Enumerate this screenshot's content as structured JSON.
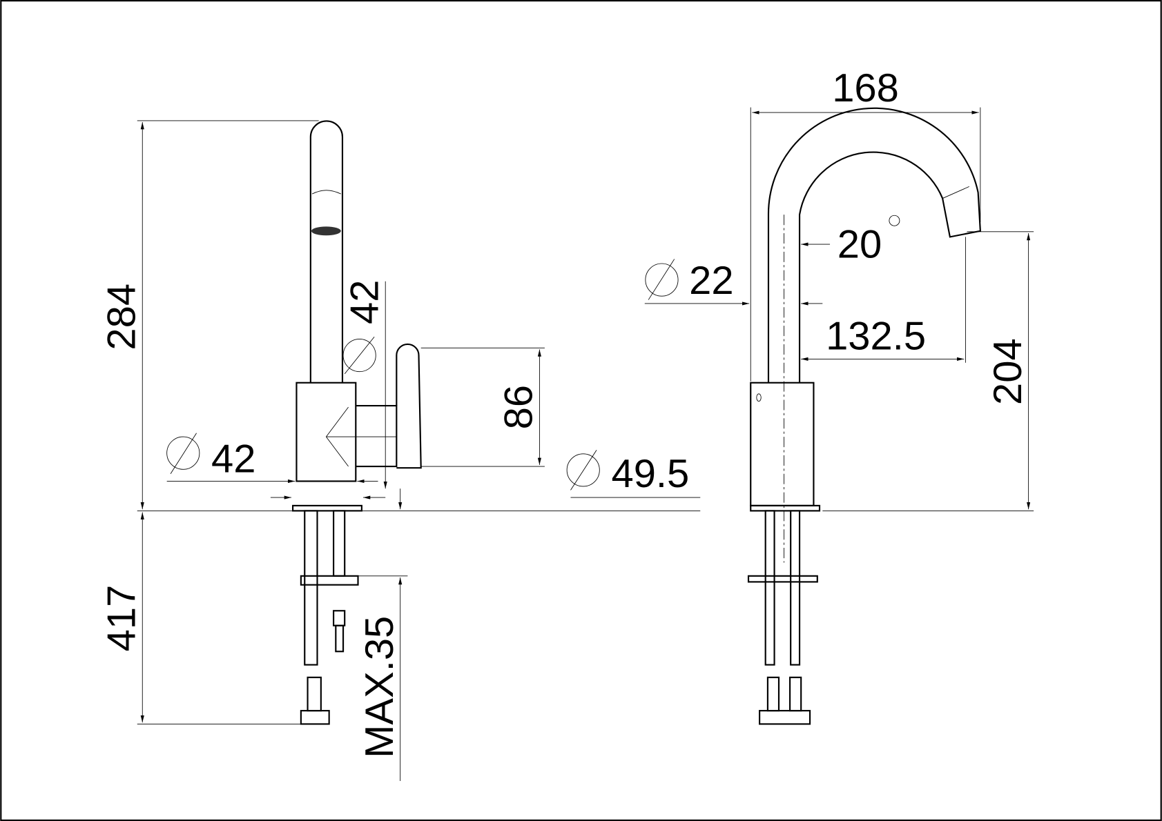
{
  "drawing": {
    "side_view": {
      "height_total": "284",
      "spout_diameter": "42",
      "lever_height": "86",
      "body_diameter": "42",
      "base_diameter": "49.5",
      "shank_length": "417",
      "max_deck_thickness": "MAX.35"
    },
    "front_view": {
      "reach_total": "168",
      "spout_angle": "20",
      "tube_diameter": "22",
      "reach_outlet": "132.5",
      "outlet_height": "204"
    }
  }
}
